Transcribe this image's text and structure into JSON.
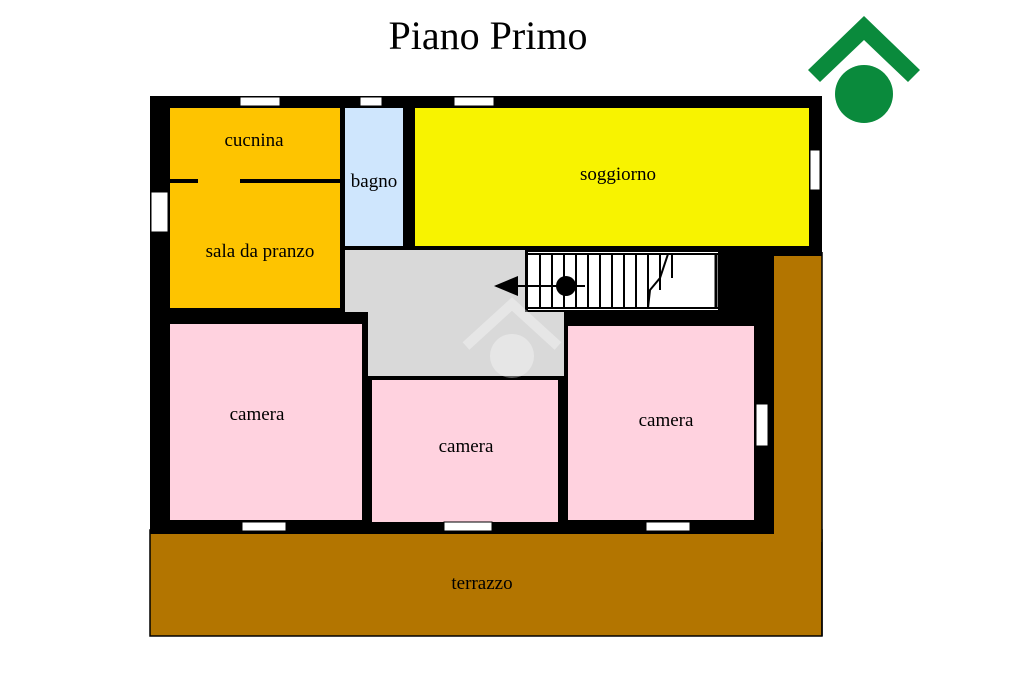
{
  "title": "Piano Primo",
  "colors": {
    "kitchen": "#fec400",
    "bathroom": "#cfe6fd",
    "living": "#f8f300",
    "hall": "#d9d9d9",
    "bedroom": "#ffd2df",
    "terrace": "#b37500",
    "wall": "#000000",
    "logo": "#0a8a3c"
  },
  "rooms": {
    "cucnina": "cucnina",
    "bagno": "bagno",
    "soggiorno": "soggiorno",
    "sala_da_pranzo": "sala da pranzo",
    "camera_left": "camera",
    "camera_middle": "camera",
    "camera_right": "camera",
    "terrazzo": "terrazzo"
  },
  "logo": {
    "icon": "house-circle-logo-icon"
  }
}
